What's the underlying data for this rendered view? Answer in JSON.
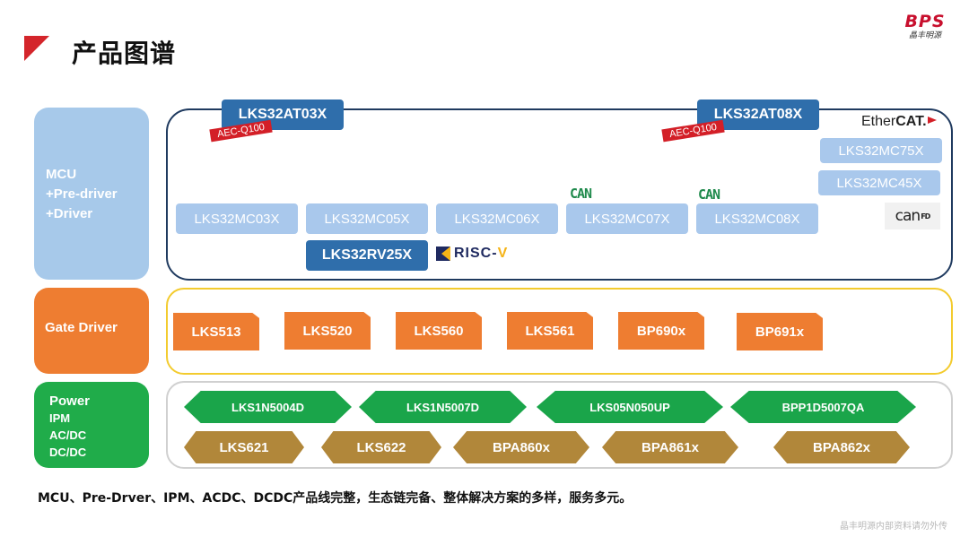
{
  "header": {
    "title": "产品图谱",
    "logo_text": "BPS",
    "logo_sub": "晶丰明源"
  },
  "colors": {
    "accent_red": "#d4252b",
    "mcu_light": "#a9c8ec",
    "mcu_dark": "#2f6eab",
    "gate_orange": "#ee7d31",
    "power_green": "#1aa54a",
    "power_brown": "#b1873a"
  },
  "categories": {
    "mcu": [
      "MCU",
      "+Pre-driver",
      "+Driver"
    ],
    "gate": [
      "Gate Driver"
    ],
    "power": [
      "Power",
      "IPM",
      "AC/DC",
      "DC/DC"
    ]
  },
  "mcu": {
    "top_chips": [
      "LKS32AT03X",
      "LKS32AT08X"
    ],
    "badges": [
      "AEC-Q100",
      "AEC-Q100"
    ],
    "row_chips": [
      "LKS32MC03X",
      "LKS32MC05X",
      "LKS32MC06X",
      "LKS32MC07X",
      "LKS32MC08X"
    ],
    "right_chips": [
      "LKS32MC75X",
      "LKS32MC45X"
    ],
    "riscv_chip": "LKS32RV25X",
    "can_logos": [
      "CAN",
      "CAN"
    ],
    "ethercat": {
      "prefix": "Ether",
      "bold": "CAT."
    },
    "canfd": {
      "main": "can",
      "sup": "FD"
    },
    "riscv_logo": {
      "main": "RISC-",
      "v": "V"
    }
  },
  "gate_driver": {
    "chips": [
      "LKS513",
      "LKS520",
      "LKS560",
      "LKS561",
      "BP690x",
      "BP691x"
    ]
  },
  "power": {
    "green_chips": [
      "LKS1N5004D",
      "LKS1N5007D",
      "LKS05N050UP",
      "BPP1D5007QA"
    ],
    "brown_chips": [
      "LKS621",
      "LKS622",
      "BPA860x",
      "BPA861x",
      "BPA862x"
    ]
  },
  "footer": {
    "note": "MCU、Pre-Drver、IPM、ACDC、DCDC产品线完整，生态链完备、整体解决方案的多样，服务多元。",
    "watermark": "晶丰明源内部资料请勿外传"
  }
}
